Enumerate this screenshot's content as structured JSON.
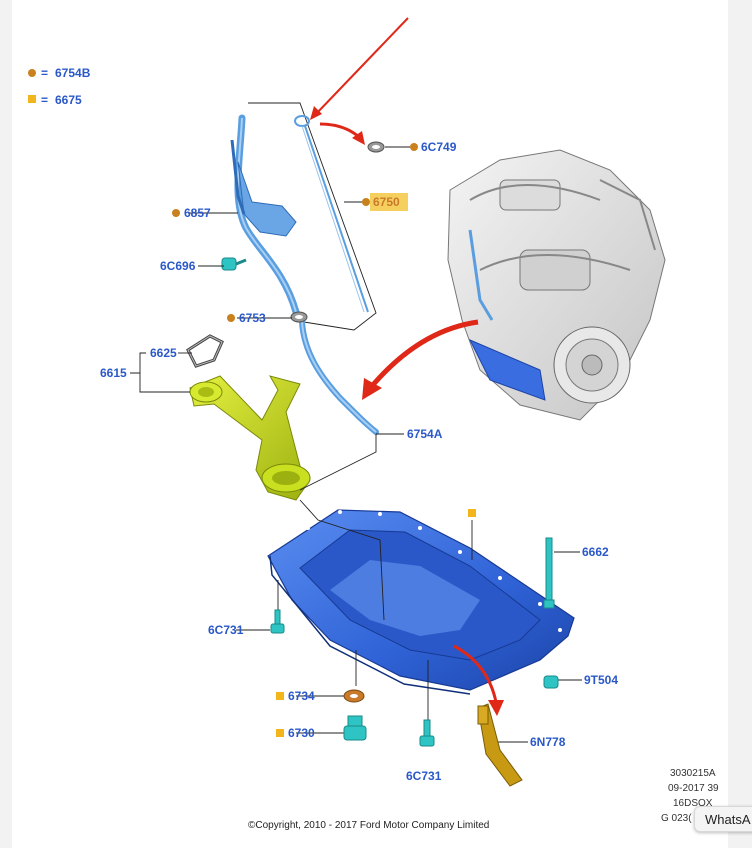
{
  "legend": [
    {
      "symbol": "circle",
      "color": "#c9801e",
      "eq": "=",
      "code": "6754B"
    },
    {
      "symbol": "square",
      "color": "#f2b51c",
      "eq": "=",
      "code": "6675"
    }
  ],
  "labels": {
    "p6C749": "6C749",
    "p6750": "6750",
    "p6857": "6857",
    "p6C696": "6C696",
    "p6753": "6753",
    "p6625": "6625",
    "p6615": "6615",
    "p6754A": "6754A",
    "p6662": "6662",
    "p6C731_left": "6C731",
    "p9T504": "9T504",
    "p6734": "6734",
    "p6730": "6730",
    "p6N778": "6N778",
    "p6C731_bottom": "6C731"
  },
  "meta": {
    "line1": "3030215A",
    "line2": "09-2017 39",
    "line3": "16DSOX",
    "line4": "G 023("
  },
  "copyright": "©Copyright, 2010 - 2017 Ford Motor Company Limited",
  "overlay": {
    "whatsapp": "WhatsA"
  },
  "colors": {
    "label_blue": "#2a58c8",
    "arrow_red": "#e02818",
    "pan_blue": "#3a6ee0",
    "pickup_yellow": "#c8e020",
    "tube_blue": "#5a9ee0",
    "marker_orange": "#c9801e",
    "marker_yellow": "#f2b51c",
    "highlight": "#f5c842"
  }
}
